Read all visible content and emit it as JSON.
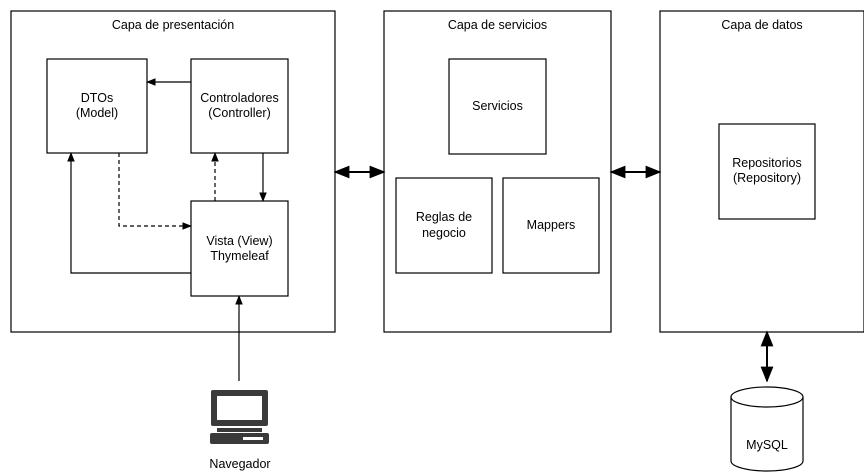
{
  "layers": {
    "presentation": {
      "title": "Capa de presentación"
    },
    "services": {
      "title": "Capa de servicios"
    },
    "data": {
      "title": "Capa de datos"
    }
  },
  "boxes": {
    "dtos": {
      "line1": "DTOs",
      "line2": "(Model)"
    },
    "controllers": {
      "line1": "Controladores",
      "line2": "(Controller)"
    },
    "view": {
      "line1": "Vista (View)",
      "line2": "Thymeleaf"
    },
    "services": {
      "label": "Servicios"
    },
    "rules": {
      "line1": "Reglas de",
      "line2": "negocio"
    },
    "mappers": {
      "label": "Mappers"
    },
    "repos": {
      "line1": "Repositorios",
      "line2": "(Repository)"
    }
  },
  "browser": {
    "label": "Navegador",
    "icon": "computer-icon"
  },
  "database": {
    "label": "MySQL",
    "icon": "database-cylinder-icon"
  },
  "colors": {
    "stroke": "#000000",
    "background": "#ffffff",
    "icon_fill": "#ffffff"
  }
}
